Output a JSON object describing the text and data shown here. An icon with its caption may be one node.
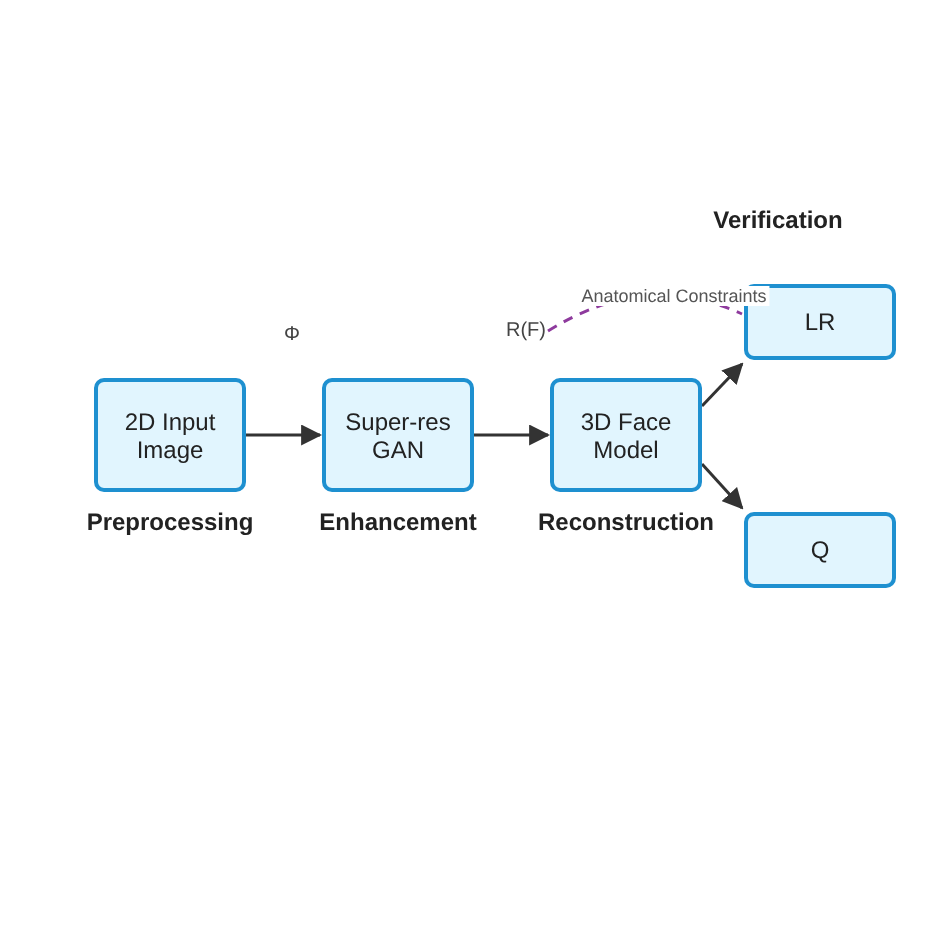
{
  "diagram": {
    "nodes": [
      {
        "text": [
          "2D Input Image"
        ],
        "beside": [
          "Preprocessing"
        ]
      },
      {
        "text": [
          "Super-res GAN"
        ],
        "beside": [
          "Enhancement"
        ]
      },
      {
        "text": [
          "3D Face Model"
        ],
        "beside": [
          "Reconstruction"
        ]
      },
      {
        "text": [
          "LR"
        ]
      },
      {
        "text": [
          "Q"
        ]
      },
      {
        "text": [
          "R(F)"
        ]
      }
    ],
    "edges": [
      {
        "from": 0,
        "to": 1,
        "arrow": "to"
      },
      {
        "from": 1,
        "to": 2,
        "arrow": "to"
      },
      {
        "from": 2,
        "to": 3,
        "arrow": "to"
      },
      {
        "from": 2,
        "to": 4,
        "arrow": "to"
      },
      {
        "from": 5,
        "to": 3,
        "arrow": "none",
        "label": "Anatomical Constraints",
        "style": "dashed",
        "color": "#8e3a9d"
      }
    ],
    "labels": [
      "Verification",
      "Φ"
    ]
  }
}
